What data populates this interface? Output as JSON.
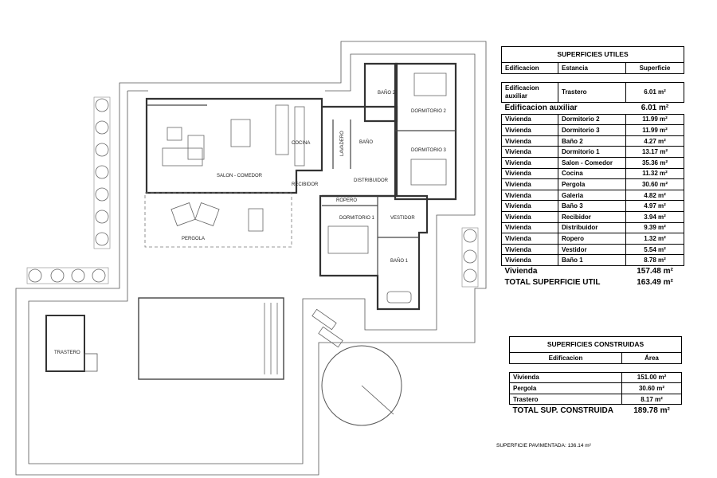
{
  "plan_labels": {
    "dormitorio2": "DORMITORIO 2",
    "dormitorio3": "DORMITORIO 3",
    "dormitorio1": "DORMITORIO 1",
    "bano2": "BAÑO 2",
    "bano3": "BAÑO",
    "bano1": "BAÑO 1",
    "cocina": "COCINA",
    "lavadero": "LAVADERO",
    "salon": "SALON - COMEDOR",
    "recibidor": "RECIBIDOR",
    "distribuidor": "DISTRIBUIDOR",
    "ropero": "ROPERO",
    "vestidor": "VESTIDOR",
    "pergola": "PERGOLA",
    "trastero": "TRASTERO"
  },
  "utiles": {
    "title": "SUPERFICIES UTILES",
    "headers": [
      "Edificacion",
      "Estancia",
      "Superficie"
    ],
    "aux_rows": [
      {
        "edif": "Edificacion auxiliar",
        "estancia": "Trastero",
        "sup": "6.01 m²"
      }
    ],
    "aux_total": {
      "label": "Edificacion auxiliar",
      "value": "6.01 m²"
    },
    "rows": [
      {
        "edif": "Vivienda",
        "estancia": "Dormitorio 2",
        "sup": "11.99 m²"
      },
      {
        "edif": "Vivienda",
        "estancia": "Dormitorio 3",
        "sup": "11.99 m²"
      },
      {
        "edif": "Vivienda",
        "estancia": "Baño 2",
        "sup": "4.27 m²"
      },
      {
        "edif": "Vivienda",
        "estancia": "Dormitorio 1",
        "sup": "13.17 m²"
      },
      {
        "edif": "Vivienda",
        "estancia": "Salon  - Comedor",
        "sup": "35.36 m²"
      },
      {
        "edif": "Vivienda",
        "estancia": "Cocina",
        "sup": "11.32 m²"
      },
      {
        "edif": "Vivienda",
        "estancia": "Pergola",
        "sup": "30.60 m²"
      },
      {
        "edif": "Vivienda",
        "estancia": "Galeria",
        "sup": "4.82 m²"
      },
      {
        "edif": "Vivienda",
        "estancia": "Baño 3",
        "sup": "4.97 m²"
      },
      {
        "edif": "Vivienda",
        "estancia": "Recibidor",
        "sup": "3.94 m²"
      },
      {
        "edif": "Vivienda",
        "estancia": "Distribuidor",
        "sup": "9.39 m²"
      },
      {
        "edif": "Vivienda",
        "estancia": "Ropero",
        "sup": "1.32 m²"
      },
      {
        "edif": "Vivienda",
        "estancia": "Vestidor",
        "sup": "5.54 m²"
      },
      {
        "edif": "Vivienda",
        "estancia": "Baño 1",
        "sup": "8.78 m²"
      }
    ],
    "vivienda_total": {
      "label": "Vivienda",
      "value": "157.48 m²"
    },
    "grand_total": {
      "label": "TOTAL SUPERFICIE UTIL",
      "value": "163.49 m²"
    }
  },
  "construidas": {
    "title": "SUPERFICIES CONSTRUIDAS",
    "headers": [
      "Edificacion",
      "Área"
    ],
    "rows": [
      {
        "edif": "Vivienda",
        "area": "151.00 m²"
      },
      {
        "edif": "Pergola",
        "area": "30.60 m²"
      },
      {
        "edif": "Trastero",
        "area": "8.17 m²"
      }
    ],
    "total": {
      "label": "TOTAL SUP. CONSTRUIDA",
      "value": "189.78 m²"
    }
  },
  "footnote": "SUPERFICIE PAVIMENTADA: 136.14 m²"
}
